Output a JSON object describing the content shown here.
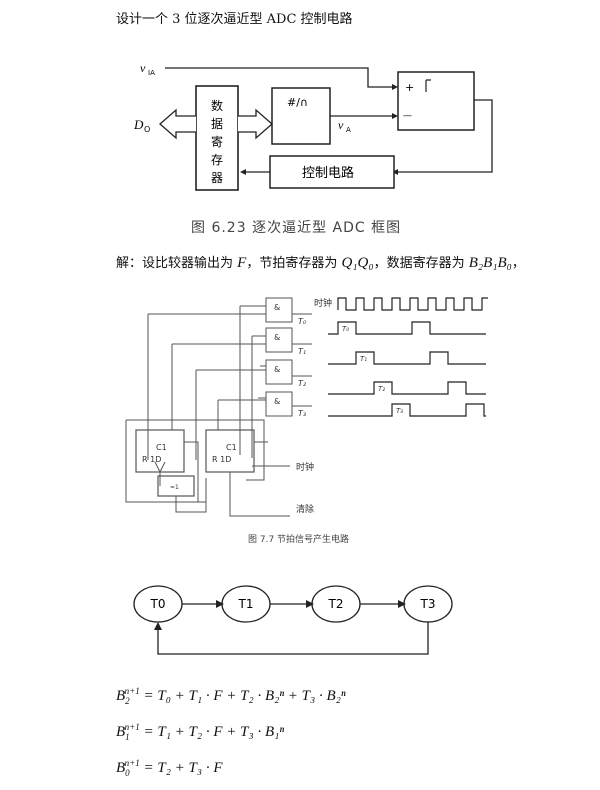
{
  "title": "设计一个 3 位逐次逼近型 ADC 控制电路",
  "figure1": {
    "caption": "图 6.23   逐次逼近型 ADC 框图",
    "input_label": "v",
    "input_sub": "IA",
    "output_label": "D",
    "output_sub": "O",
    "register_label": [
      "数",
      "据",
      "寄",
      "存",
      "器"
    ],
    "dac_label": "#/∩",
    "dac_out_label": "v",
    "dac_out_sub": "A",
    "plus": "+",
    "minus": "—",
    "control_label": "控制电路"
  },
  "solution": {
    "prefix": "解：设比较器输出为 ",
    "F": "F",
    "mid1": "，节拍寄存器为 ",
    "q": "Q₁Q₀",
    "mid2": "，数据寄存器为 ",
    "b": "B₂B₁B₀",
    "suffix": "，"
  },
  "figure2": {
    "caption": "图 7.7   节拍信号产生电路",
    "clock_label": "时钟",
    "clock_label2": "时钟",
    "clear_label": "清除",
    "ff_label_top": "C1",
    "ff_label_bot": "R  1D",
    "and_label": "&",
    "eq1": "=1",
    "t_labels": [
      "T₀",
      "T₁",
      "T₂",
      "T₃"
    ]
  },
  "state_diagram": {
    "states": [
      "T0",
      "T1",
      "T2",
      "T3"
    ]
  },
  "equations": [
    {
      "lhs": "B",
      "sub": "2",
      "sup": "n+1",
      "rhs": "= T₀ + T₁ · F + T₂ · B₂ⁿ + T₃ · B₂ⁿ"
    },
    {
      "lhs": "B",
      "sub": "1",
      "sup": "n+1",
      "rhs": "= T₁ + T₂ · F + T₃ · B₁ⁿ"
    },
    {
      "lhs": "B",
      "sub": "0",
      "sup": "n+1",
      "rhs": "= T₂ + T₃ · F"
    }
  ]
}
